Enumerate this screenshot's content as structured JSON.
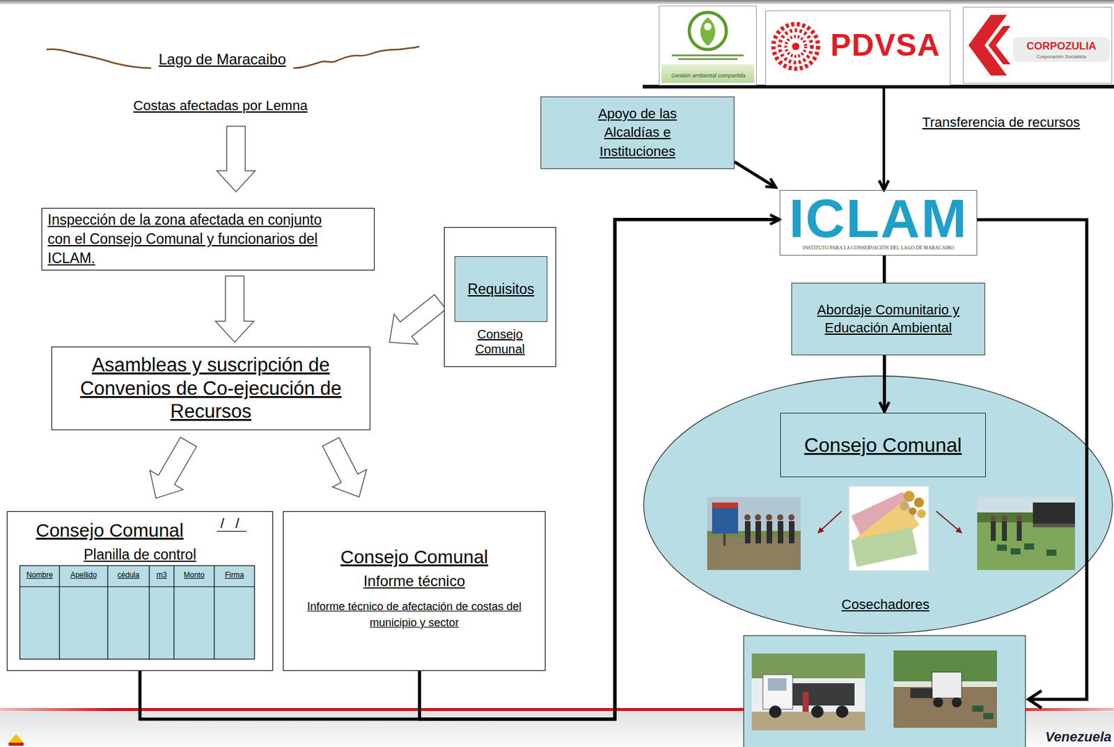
{
  "diagram": {
    "nodes": [
      {
        "text": [
          "Lago de Maracaibo",
          "Costas afectadas por Lemna"
        ]
      },
      {
        "text": [
          "Inspección de la zona afectada en conjunto con el Consejo Comunal y funcionarios del ICLAM."
        ]
      },
      {
        "text": [
          "Consejo Comunal"
        ]
      },
      {
        "text": [
          "Requisitos"
        ],
        "in": 2
      },
      {
        "text": [
          "Asambleas y suscripción de Convenios de Co-ejecución de Recursos"
        ]
      },
      {
        "text": [
          "Consejo Comunal",
          "Planilla de control"
        ]
      },
      {
        "text": [
          "Consejo Comunal",
          "Informe técnico",
          "Informe técnico de afectación de costas del municipio y sector"
        ]
      },
      {
        "text": [
          "Gestión ambiental compartida"
        ]
      },
      {
        "text": [
          "PDVSA"
        ]
      },
      {
        "text": [
          "CORPOZULIA",
          "Corporación Socialista"
        ]
      },
      {
        "text": [
          "Apoyo de las Alcaldías e Instituciones"
        ]
      },
      {
        "text": [
          "ICLAM",
          "INSTITUTO PARA LA CONSERVACIÓN DEL LAGO DE MARACAIBO"
        ]
      },
      {
        "text": [
          "Abordaje Comunitario y Educación Ambiental"
        ]
      },
      {
        "text": [
          "Cosechadores"
        ]
      },
      {
        "text": [
          "Consejo Comunal"
        ],
        "in": 13
      }
    ],
    "edges": [
      {
        "from": 0,
        "to": 1,
        "arrow": "to"
      },
      {
        "from": 1,
        "to": 4,
        "arrow": "to"
      },
      {
        "from": 2,
        "to": 4,
        "arrow": "to"
      },
      {
        "from": 4,
        "to": 5,
        "arrow": "to"
      },
      {
        "from": 4,
        "to": 6,
        "arrow": "to"
      },
      {
        "from": 5,
        "to": 11,
        "arrow": "none"
      },
      {
        "from": 6,
        "to": 11,
        "arrow": "to"
      },
      {
        "from": 8,
        "to": 11,
        "label": "Transferencia de recursos",
        "arrow": "to"
      },
      {
        "from": 10,
        "to": 11,
        "arrow": "to"
      },
      {
        "from": 11,
        "to": 12,
        "arrow": "none"
      },
      {
        "from": 12,
        "to": 14,
        "arrow": "to"
      }
    ],
    "labels": [
      "/ /",
      "Nombre",
      "Apellido",
      "cédula",
      "m3",
      "Monto",
      "Firma",
      "Venezuela"
    ]
  }
}
